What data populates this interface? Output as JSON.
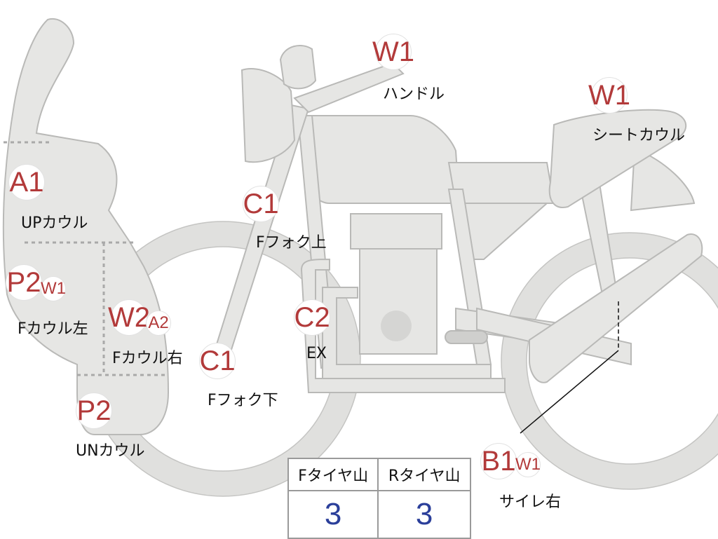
{
  "colors": {
    "body_fill": "#e6e6e4",
    "outline": "#b9b9b7",
    "code_red": "#b23a3a",
    "value_blue": "#2b3f9a"
  },
  "parts": {
    "handle": {
      "code": "W1",
      "label": "ハンドル"
    },
    "seat_cowl": {
      "code": "W1",
      "label": "シートカウル"
    },
    "up_cowl": {
      "code": "A1",
      "label": "UPカウル"
    },
    "f_cowl_left": {
      "code": "P2",
      "code2": "W1",
      "label": "Fカウル左"
    },
    "f_cowl_right": {
      "code": "W2",
      "code2": "A2",
      "label": "Fカウル右"
    },
    "un_cowl": {
      "code": "P2",
      "label": "UNカウル"
    },
    "f_fork_upper": {
      "code": "C1",
      "label": "Fフォク上"
    },
    "f_fork_lower": {
      "code": "C1",
      "label": "Fフォク下"
    },
    "ex": {
      "code": "C2",
      "label": "EX"
    },
    "silencer_r": {
      "code": "B1",
      "code2": "W1",
      "label": "サイレ右"
    }
  },
  "tire_table": {
    "headers": [
      "Fタイヤ山",
      "Rタイヤ山"
    ],
    "values": [
      "3",
      "3"
    ]
  }
}
